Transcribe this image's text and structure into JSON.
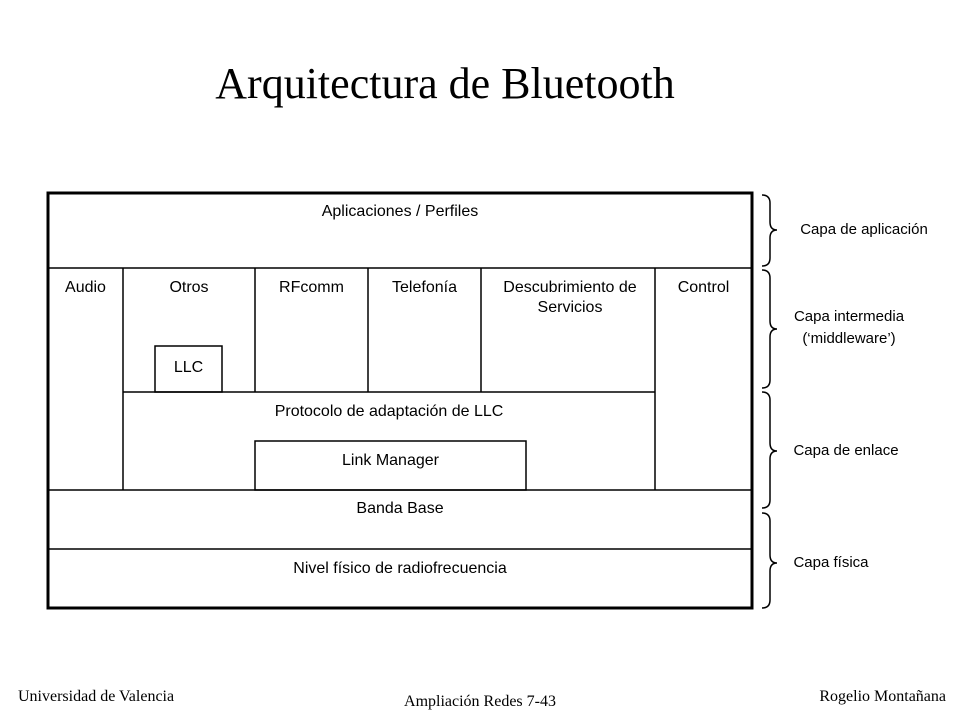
{
  "title": "Arquitectura de Bluetooth",
  "stack": {
    "aplicaciones": "Aplicaciones / Perfiles",
    "audio": "Audio",
    "otros": "Otros",
    "llc": "LLC",
    "rfcomm": "RFcomm",
    "telefonia": "Telefonía",
    "descubrimiento": "Descubrimiento de Servicios",
    "control": "Control",
    "l2cap": "Protocolo de adaptación de LLC",
    "link_manager": "Link Manager",
    "banda_base": "Banda Base",
    "fisico": "Nivel físico de radiofrecuencia"
  },
  "layers": {
    "aplicacion": "Capa de aplicación",
    "intermedia_1": "Capa intermedia",
    "intermedia_2": "(‘middleware’)",
    "enlace": "Capa de enlace",
    "fisica": "Capa física"
  },
  "footer": {
    "left": "Universidad de Valencia",
    "center": "Ampliación Redes 7-43",
    "right": "Rogelio Montañana"
  }
}
